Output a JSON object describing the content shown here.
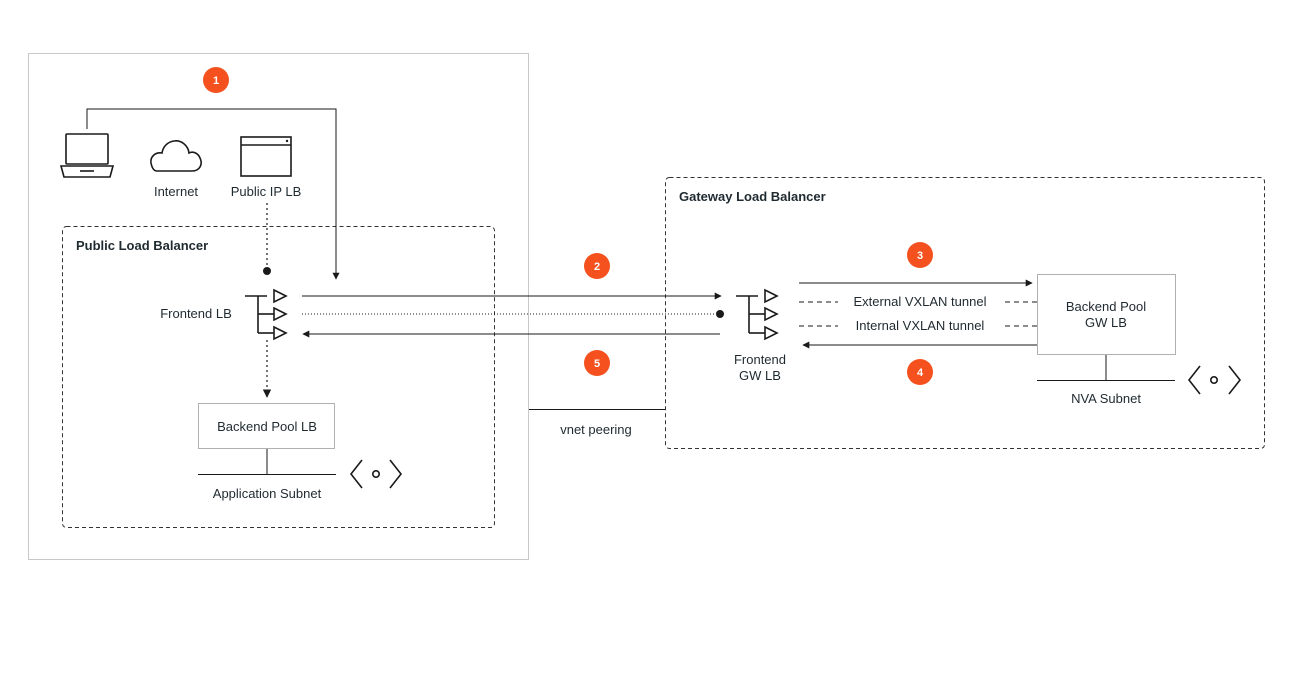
{
  "colors": {
    "line": "#1a1a1a",
    "box_border": "#c8c8c8",
    "dashed_border": "#333333",
    "badge": "#f4511e",
    "text": "#1f2a30"
  },
  "regions": {
    "public_lb": {
      "title": "Public Load Balancer"
    },
    "gateway_lb": {
      "title": "Gateway Load Balancer"
    }
  },
  "sources": {
    "laptop": {
      "icon": "laptop-icon"
    },
    "internet": {
      "icon": "cloud-icon",
      "label": "Internet"
    },
    "public_ip_lb": {
      "icon": "browser-window-icon",
      "label": "Public IP LB"
    }
  },
  "nodes": {
    "frontend_lb": {
      "icon": "load-balancer-icon",
      "label": "Frontend LB"
    },
    "backend_pool_lb": {
      "label": "Backend Pool LB"
    },
    "application_subnet": {
      "icon": "subnet-icon",
      "label": "Application Subnet"
    },
    "frontend_gw_lb": {
      "icon": "load-balancer-icon",
      "label_line1": "Frontend",
      "label_line2": "GW LB"
    },
    "backend_pool_gw_lb": {
      "label_line1": "Backend Pool",
      "label_line2": "GW LB"
    },
    "nva_subnet": {
      "icon": "subnet-icon",
      "label": "NVA Subnet"
    }
  },
  "tunnels": {
    "external": "External VXLAN tunnel",
    "internal": "Internal VXLAN tunnel"
  },
  "peering": {
    "label": "vnet peering"
  },
  "steps": [
    "1",
    "2",
    "3",
    "4",
    "5"
  ]
}
